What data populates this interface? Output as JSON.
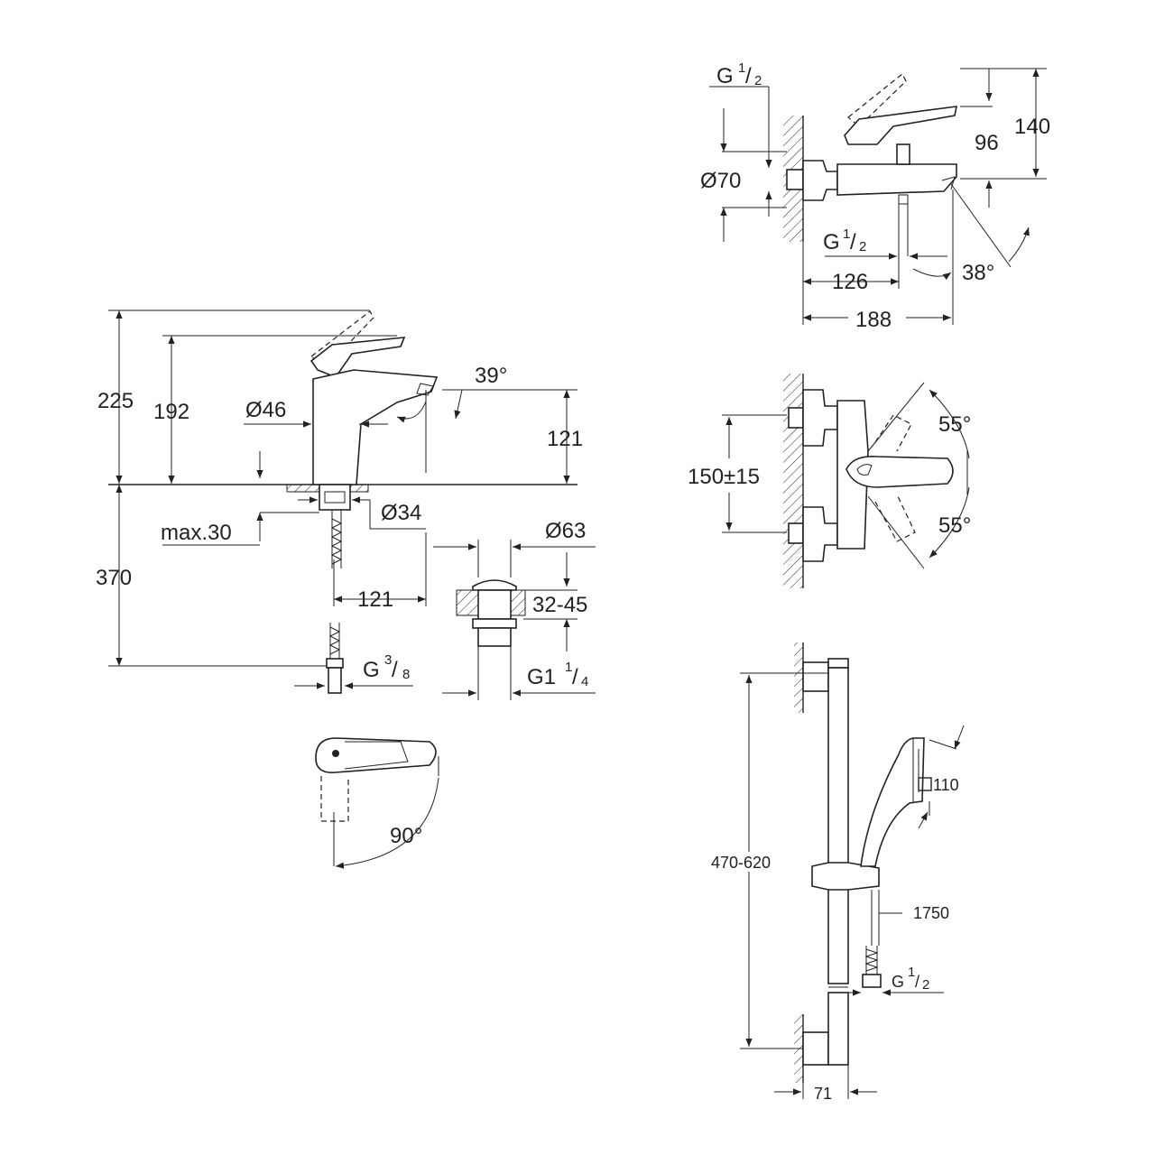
{
  "basin_mixer": {
    "dim_225": "225",
    "dim_192": "192",
    "dim_d46": "Ø46",
    "dim_39deg": "39°",
    "dim_121_height": "121",
    "dim_d34": "Ø34",
    "dim_max30": "max.30",
    "dim_370": "370",
    "dim_121_reach": "121",
    "dim_g38": "G",
    "dim_g38_num": "3",
    "dim_g38_den": "8",
    "dim_90deg": "90°"
  },
  "waste": {
    "dim_d63": "Ø63",
    "dim_32_45": "32-45",
    "dim_g114": "G1",
    "dim_g114_num": "1",
    "dim_g114_den": "4"
  },
  "bath_mixer_side": {
    "dim_g12_top": "G",
    "dim_g12_top_num": "1",
    "dim_g12_top_den": "2",
    "dim_d70": "Ø70",
    "dim_96": "96",
    "dim_140": "140",
    "dim_g12_bottom": "G",
    "dim_g12_bottom_num": "1",
    "dim_g12_bottom_den": "2",
    "dim_126": "126",
    "dim_38deg": "38°",
    "dim_188": "188"
  },
  "bath_mixer_front": {
    "dim_150": "150±15",
    "dim_55deg_top": "55°",
    "dim_55deg_bottom": "55°"
  },
  "shower_set": {
    "dim_470_620": "470-620",
    "dim_110": "110",
    "dim_1750": "1750",
    "dim_g12": "G",
    "dim_g12_num": "1",
    "dim_g12_den": "2",
    "dim_71": "71"
  }
}
